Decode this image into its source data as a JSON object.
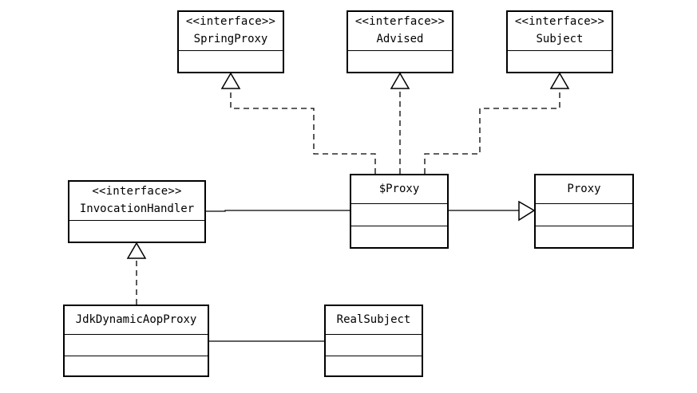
{
  "classes": {
    "spring_proxy": {
      "stereotype": "<<interface>>",
      "name": "SpringProxy"
    },
    "advised": {
      "stereotype": "<<interface>>",
      "name": "Advised"
    },
    "subject": {
      "stereotype": "<<interface>>",
      "name": "Subject"
    },
    "dollar_proxy": {
      "name": "$Proxy"
    },
    "proxy": {
      "name": "Proxy"
    },
    "invocation_handler": {
      "stereotype": "<<interface>>",
      "name": "InvocationHandler"
    },
    "jdk_dynamic_aop_proxy": {
      "name": "JdkDynamicAopProxy"
    },
    "real_subject": {
      "name": "RealSubject"
    }
  },
  "colors": {
    "line": "#000000",
    "background": "#ffffff"
  }
}
